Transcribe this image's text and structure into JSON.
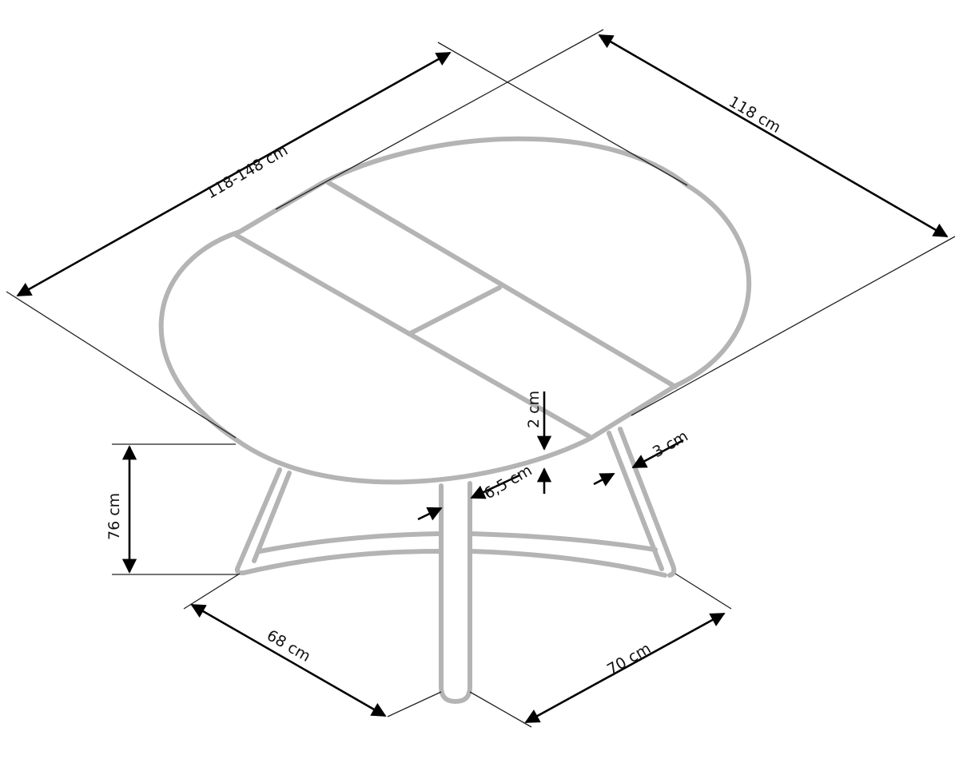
{
  "diagram": {
    "subject": "Extendable oval dining table with metal frame legs",
    "line_color": "#b4b4b4",
    "dimension_color": "#000000",
    "dimensions": {
      "length": "118-148 cm",
      "width": "118 cm",
      "height": "76 cm",
      "top_thickness": "2 cm",
      "apron_width": "6,5 cm",
      "leg_width": "3 cm",
      "base_left": "68 cm",
      "base_right": "70 cm"
    }
  }
}
